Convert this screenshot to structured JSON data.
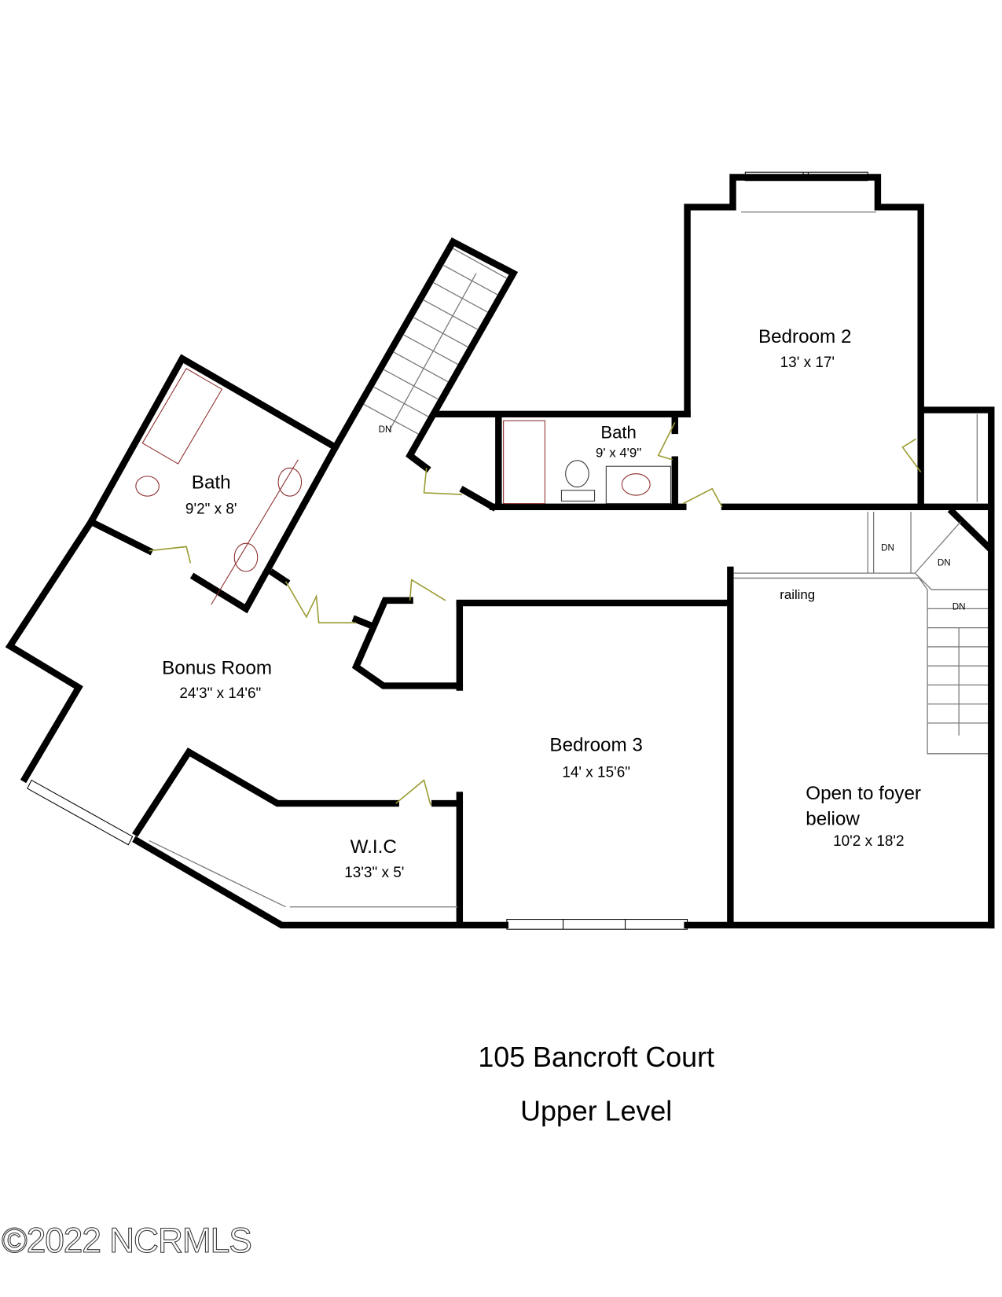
{
  "rooms": [
    {
      "name": "Bedroom 2",
      "size": "13' x 17'"
    },
    {
      "name": "Bath",
      "size": "9' x 4'9\""
    },
    {
      "name": "Bath",
      "size": "9'2\" x 8'"
    },
    {
      "name": "Bonus Room",
      "size": "24'3\" x 14'6\""
    },
    {
      "name": "Bedroom 3",
      "size": "14' x 15'6\""
    },
    {
      "name": "W.I.C",
      "size": "13'3\" x 5'"
    },
    {
      "name": "Open to foyer",
      "name2": "beliow",
      "size": "10'2 x 18'2"
    }
  ],
  "annotations": {
    "railing": "railing",
    "dn": "DN"
  },
  "title": {
    "address": "105 Bancroft Court",
    "level": "Upper Level"
  },
  "watermark": "©2022 NCRMLS"
}
